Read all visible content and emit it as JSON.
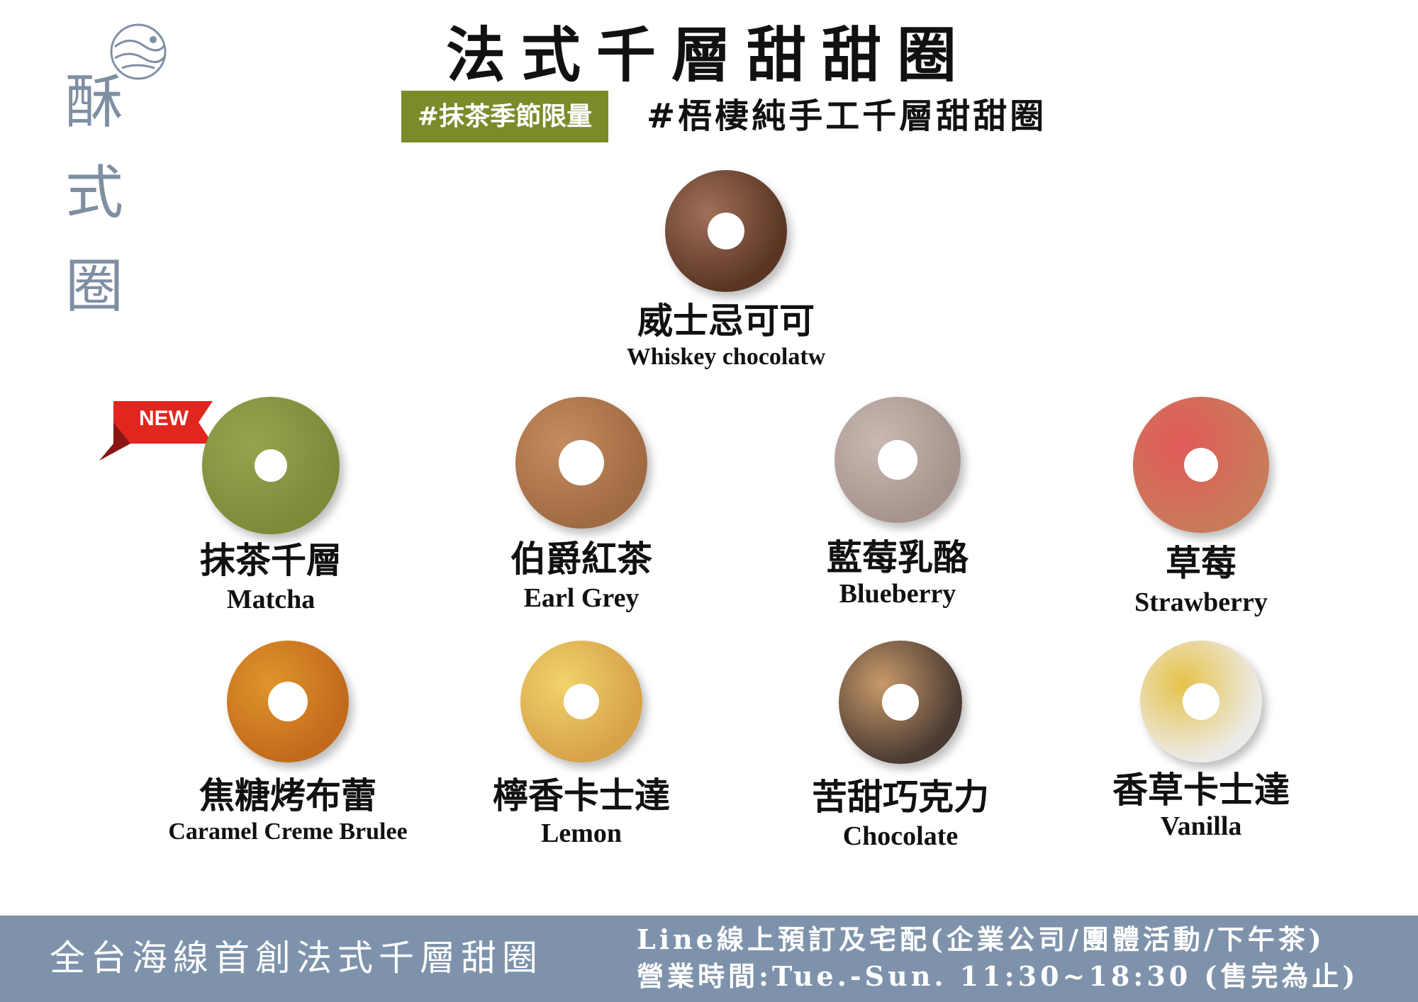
{
  "logo": {
    "chars": [
      "酥",
      "式",
      "圈"
    ]
  },
  "header": {
    "title": "法式千層甜甜圈",
    "tag_highlight": "#抹茶季節限量",
    "tag_plain": "#梧棲純手工千層甜甜圈"
  },
  "badge": {
    "label": "NEW"
  },
  "items": [
    {
      "zh": "威士忌可可",
      "en": "Whiskey chocolatw",
      "color": "#5a3524",
      "color2": "#a0705a"
    },
    {
      "zh": "抹茶千層",
      "en": "Matcha",
      "color": "#7d8a3a",
      "color2": "#97a44e"
    },
    {
      "zh": "伯爵紅茶",
      "en": "Earl Grey",
      "color": "#a06a42",
      "color2": "#c58c5e"
    },
    {
      "zh": "藍莓乳酪",
      "en": "Blueberry",
      "color": "#a7938d",
      "color2": "#c9b9b3"
    },
    {
      "zh": "草莓",
      "en": "Strawberry",
      "color": "#c87a5a",
      "color2": "#e25a5a"
    },
    {
      "zh": "焦糖烤布蕾",
      "en": "Caramel Creme Brulee",
      "color": "#c26a1c",
      "color2": "#e0942c"
    },
    {
      "zh": "檸香卡士達",
      "en": "Lemon",
      "color": "#d6a24a",
      "color2": "#f2d26a"
    },
    {
      "zh": "苦甜巧克力",
      "en": "Chocolate",
      "color": "#4a3a32",
      "color2": "#c89a6a"
    },
    {
      "zh": "香草卡士達",
      "en": "Vanilla",
      "color": "#ecebe8",
      "color2": "#e6c24a"
    }
  ],
  "footer": {
    "left": "全台海線首創法式千層甜圈",
    "right_line1": "Line線上預訂及宅配(企業公司/團體活動/下午茶)",
    "right_line2": "營業時間:Tue.-Sun.  11:30~18:30 (售完為止)"
  }
}
